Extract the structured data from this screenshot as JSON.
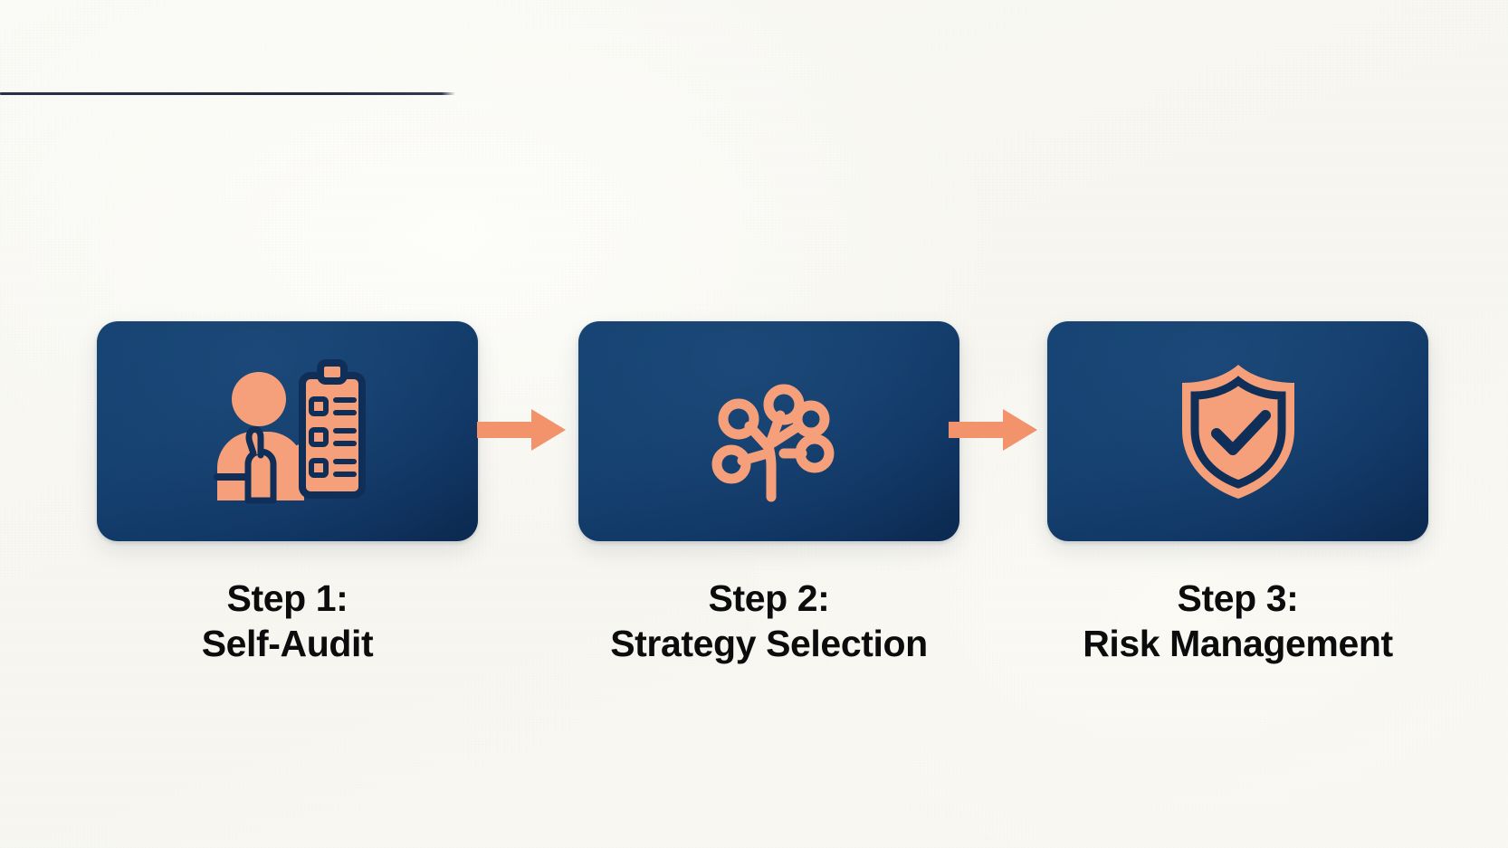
{
  "slide": {
    "background_color": "#faf9f4",
    "rule_color": "#262b40",
    "card_color": "#12406f",
    "accent_color": "#f5a07a",
    "arrow_color": "#f2936b",
    "label_color": "#0c0c0c"
  },
  "flow": {
    "steps": [
      {
        "icon": "person-thumbs-up-clipboard-icon",
        "title": "Step 1:",
        "subtitle": "Self-Audit"
      },
      {
        "icon": "decision-tree-icon",
        "title": "Step 2:",
        "subtitle": "Strategy Selection"
      },
      {
        "icon": "shield-check-icon",
        "title": "Step 3:",
        "subtitle": "Risk Management"
      }
    ],
    "connectors": [
      {
        "icon": "arrow-right-icon"
      },
      {
        "icon": "arrow-right-icon"
      }
    ]
  }
}
